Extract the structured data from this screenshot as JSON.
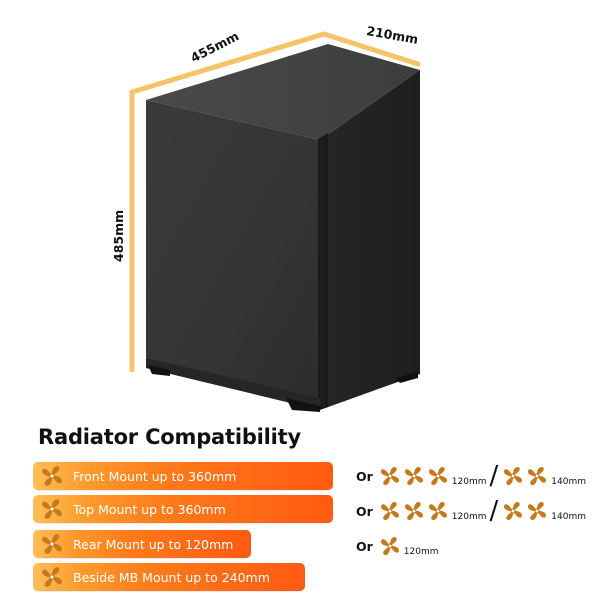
{
  "dimensions": {
    "length": "455mm",
    "width": "210mm",
    "height": "485mm"
  },
  "section_title": "Radiator Compatibility",
  "mounts": [
    {
      "label": "Front Mount up to 360mm"
    },
    {
      "label": "Top Mount up to 360mm"
    },
    {
      "label": "Rear Mount up to 120mm"
    },
    {
      "label": "Beside MB Mount up to 240mm"
    }
  ],
  "alternatives": {
    "or_label": "Or",
    "size_120": "120mm",
    "size_140": "140mm",
    "rows": [
      {
        "fans_120": 3,
        "fans_140": 2
      },
      {
        "fans_120": 3,
        "fans_140": 2
      },
      {
        "fans_120": 1,
        "fans_140": 0
      }
    ]
  },
  "colors": {
    "accent_orange": "#ff7a1a",
    "fan_brown": "#c47a1c",
    "dimension_line": "#f5c46a",
    "case_body": "#353535"
  },
  "icons": {
    "fan": "fan-icon"
  }
}
